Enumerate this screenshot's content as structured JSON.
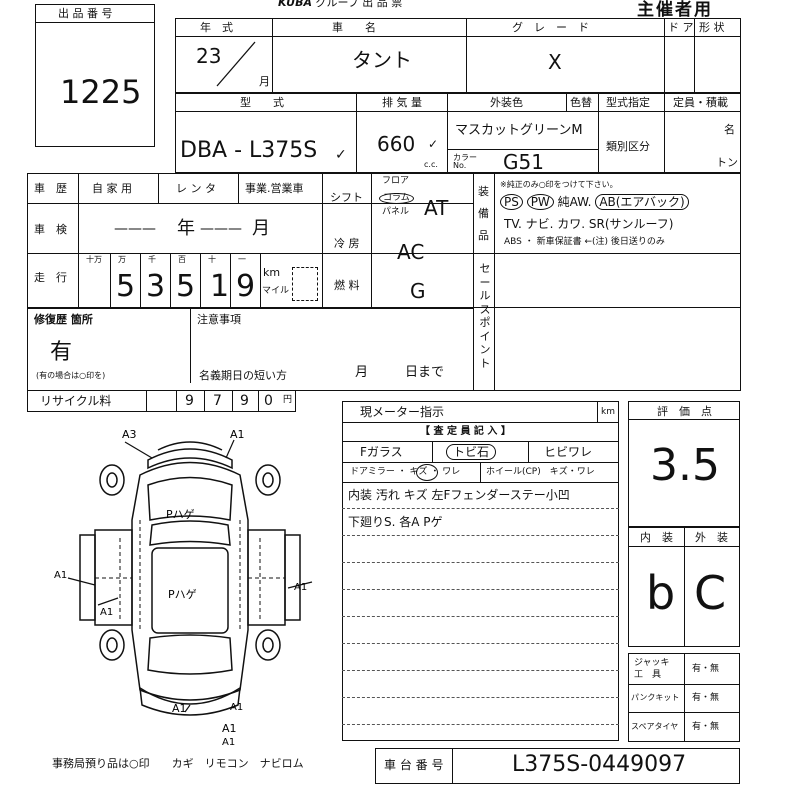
{
  "header": {
    "lot_label": "出 品 番 号",
    "lot_number": "1225",
    "title_brand": "KUBA",
    "title_text": "グループ 出 品 票",
    "organizer": "主催者用"
  },
  "top_row": {
    "year_label": "年　式",
    "year_value": "23",
    "month_unit": "月",
    "car_name_label": "車　　名",
    "car_name": "タント",
    "grade_label": "グ　レ　ー　ド",
    "grade": "X",
    "doors_label": "ド ア",
    "shape_label": "形 状"
  },
  "second_row": {
    "model_label": "型　　式",
    "model_prefix": "DBA - L375S",
    "model_check": "✓",
    "displacement_label": "排 気 量",
    "displacement": "660",
    "displacement_check": "✓",
    "cc_unit": "c.c.",
    "exterior_label": "外装色",
    "color_change_label": "色替",
    "exterior_color": "マスカットグリーンM",
    "color_no_label": "カラー No.",
    "color_no": "G51",
    "type_designation_label": "型式指定",
    "category_label": "類別区分",
    "capacity_label": "定員・積載",
    "persons_unit": "名",
    "ton_unit": "トン"
  },
  "history": {
    "vehicle_history_label": "車　歴",
    "private_label": "自 家 用",
    "rental_label": "レ ン タ",
    "business_label": "事業.営業車",
    "inspection_label": "車　検",
    "inspection_dash1": "———",
    "year_unit": "年",
    "inspection_dash2": "———",
    "month_unit": "月",
    "mileage_label": "走　行",
    "place_labels": [
      "十万",
      "万",
      "千",
      "百",
      "十",
      "一"
    ],
    "mileage_digits": [
      "5",
      "3",
      "5",
      "1",
      "9"
    ],
    "km_label": "km",
    "mile_label": "マイル"
  },
  "drive": {
    "shift_label": "シフト",
    "floor_label": "フロア",
    "column_label": "コラム",
    "panel_label": "パネル",
    "shift_value": "AT",
    "ac_label": "冷 房",
    "ac_value": "AC",
    "fuel_label": "燃 料",
    "fuel_value": "G"
  },
  "equipment": {
    "label_chars": [
      "装",
      "備",
      "品"
    ],
    "note": "※純正のみ○印をつけて下さい。",
    "line1": [
      "PS",
      "PW",
      "純AW.",
      "AB(エアバック)"
    ],
    "line2": "TV. ナビ. カワ. SR(サンルーフ)",
    "line3": "ABS ・ 新車保証書 ←(注) 後日送りのみ"
  },
  "sales_point": {
    "label_chars": [
      "セ",
      "ー",
      "ル",
      "ス",
      "ポ",
      "イ",
      "ン",
      "ト"
    ]
  },
  "repair": {
    "label": "修復歴 箇所",
    "value": "有",
    "note": "(有の場合は○印を)",
    "caution_label": "注意事項",
    "expiry_label": "名義期日の短い方",
    "month_unit": "月",
    "day_unit": "日まで"
  },
  "recycle": {
    "label": "リサイクル料",
    "digits": [
      "9",
      "7",
      "9",
      "0"
    ],
    "yen": "円"
  },
  "meter": {
    "label": "現メーター指示",
    "km_label": "km",
    "inspector_label": "【 査 定 員 記 入 】",
    "f_glass_label": "Fガラス",
    "tobi_ishi": "トビ石",
    "hibiware": "ヒビワレ",
    "door_mirror": "ドアミラー ・ キズ ・ ワレ",
    "wheel": "ホイール(CP)　キズ・ワレ",
    "remarks": [
      "内装 汚れ キズ  左Fフェンダーステー小凹",
      "下廻りS.  各A Pゲ",
      "",
      "",
      "",
      "",
      "",
      "",
      "",
      ""
    ]
  },
  "diagram": {
    "marks": [
      "A3",
      "A1",
      "A1",
      "A1",
      "A1",
      "A1",
      "A1",
      "A1",
      "A1"
    ],
    "hood_mark": "Pハゲ",
    "roof_mark": "Pハゲ"
  },
  "score": {
    "label": "評　価　点",
    "value": "3.5",
    "interior_label": "内　装",
    "exterior_label": "外　装",
    "interior_value": "b",
    "exterior_value": "C"
  },
  "tools": {
    "jack_label": "ジャッキ 工　具",
    "puncture_label": "パンクキット",
    "spare_label": "スペアタイヤ",
    "yes_no": "有・無"
  },
  "footer": {
    "office_items": "事務局預り品は○印　　カギ　リモコン　ナビロム",
    "chassis_label": "車 台 番 号",
    "chassis_number": "L375S-0449097"
  }
}
